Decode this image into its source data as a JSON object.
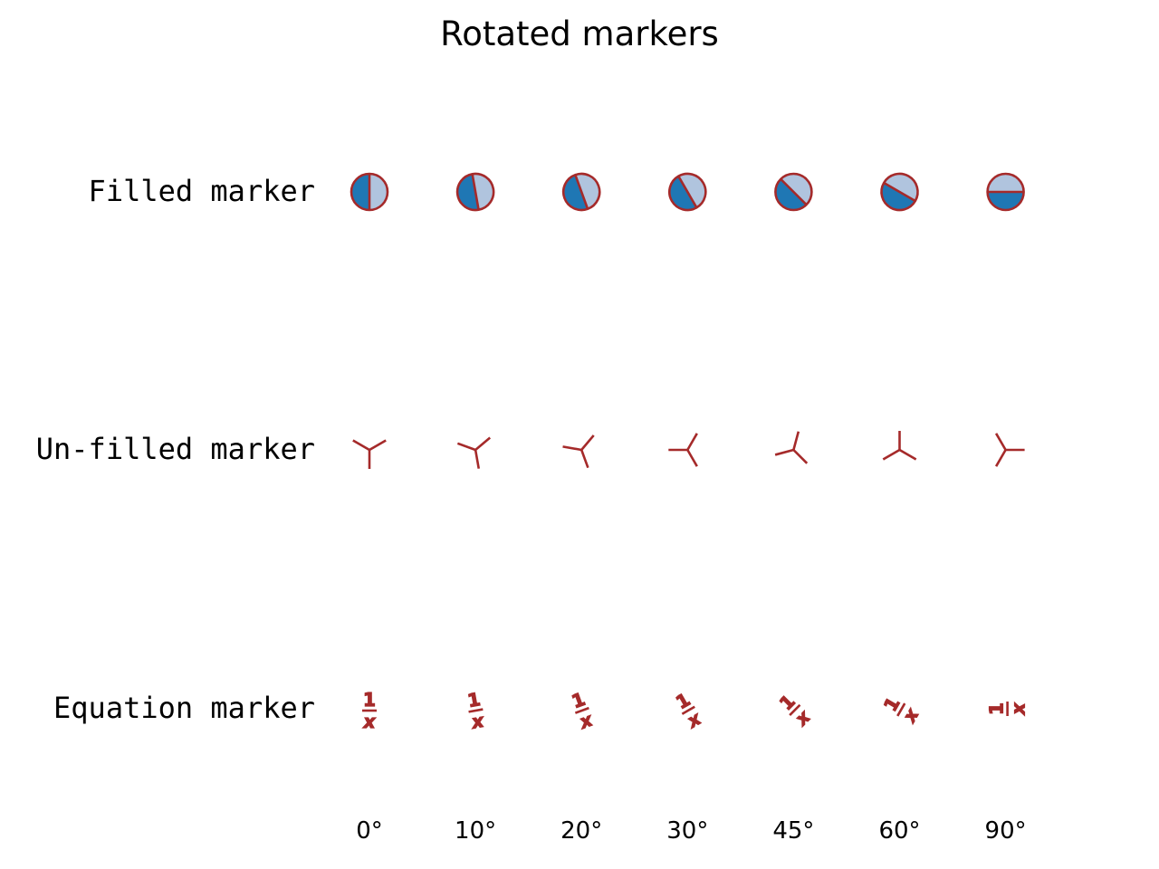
{
  "chart_data": {
    "type": "scatter",
    "title": "Rotated markers",
    "xlabel": "",
    "ylabel": "",
    "grid": false,
    "axes_visible": false,
    "categories": [
      "0°",
      "10°",
      "20°",
      "30°",
      "45°",
      "60°",
      "90°"
    ],
    "angles": [
      0,
      10,
      20,
      30,
      45,
      60,
      90
    ],
    "rows": [
      {
        "label": "Filled marker",
        "marker": "half-filled circle (fillstyle left)",
        "facecolor": "#1f77b4",
        "facecoloralt": "#b0c4de",
        "edgecolor": "#a52a2a"
      },
      {
        "label": "Un-filled marker",
        "marker": "tri_down (1)",
        "color": "#a52a2a"
      },
      {
        "label": "Equation marker",
        "marker": "$\\frac{1}{x}$",
        "numerator": "1",
        "denominator": "x",
        "color": "#a52a2a"
      }
    ]
  },
  "colors": {
    "edge": "#a52a2a",
    "fill": "#1f77b4",
    "fill_alt": "#b0c4de"
  }
}
